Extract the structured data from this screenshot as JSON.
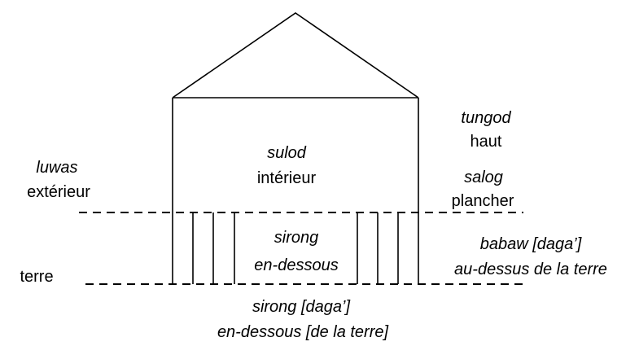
{
  "labels": {
    "tungod": "tungod",
    "haut": "haut",
    "sulod": "sulod",
    "interieur": "intérieur",
    "luwas": "luwas",
    "exterieur": "extérieur",
    "salog": "salog",
    "plancher": "plancher",
    "sirong": "sirong",
    "en_dessous": "en-dessous",
    "babaw": "babaw [daga’]",
    "au_dessus": "au-dessus de la terre",
    "terre": "terre",
    "sirong_daga": "sirong [daga’]",
    "en_dessous_terre": "en-dessous [de la terre]"
  }
}
